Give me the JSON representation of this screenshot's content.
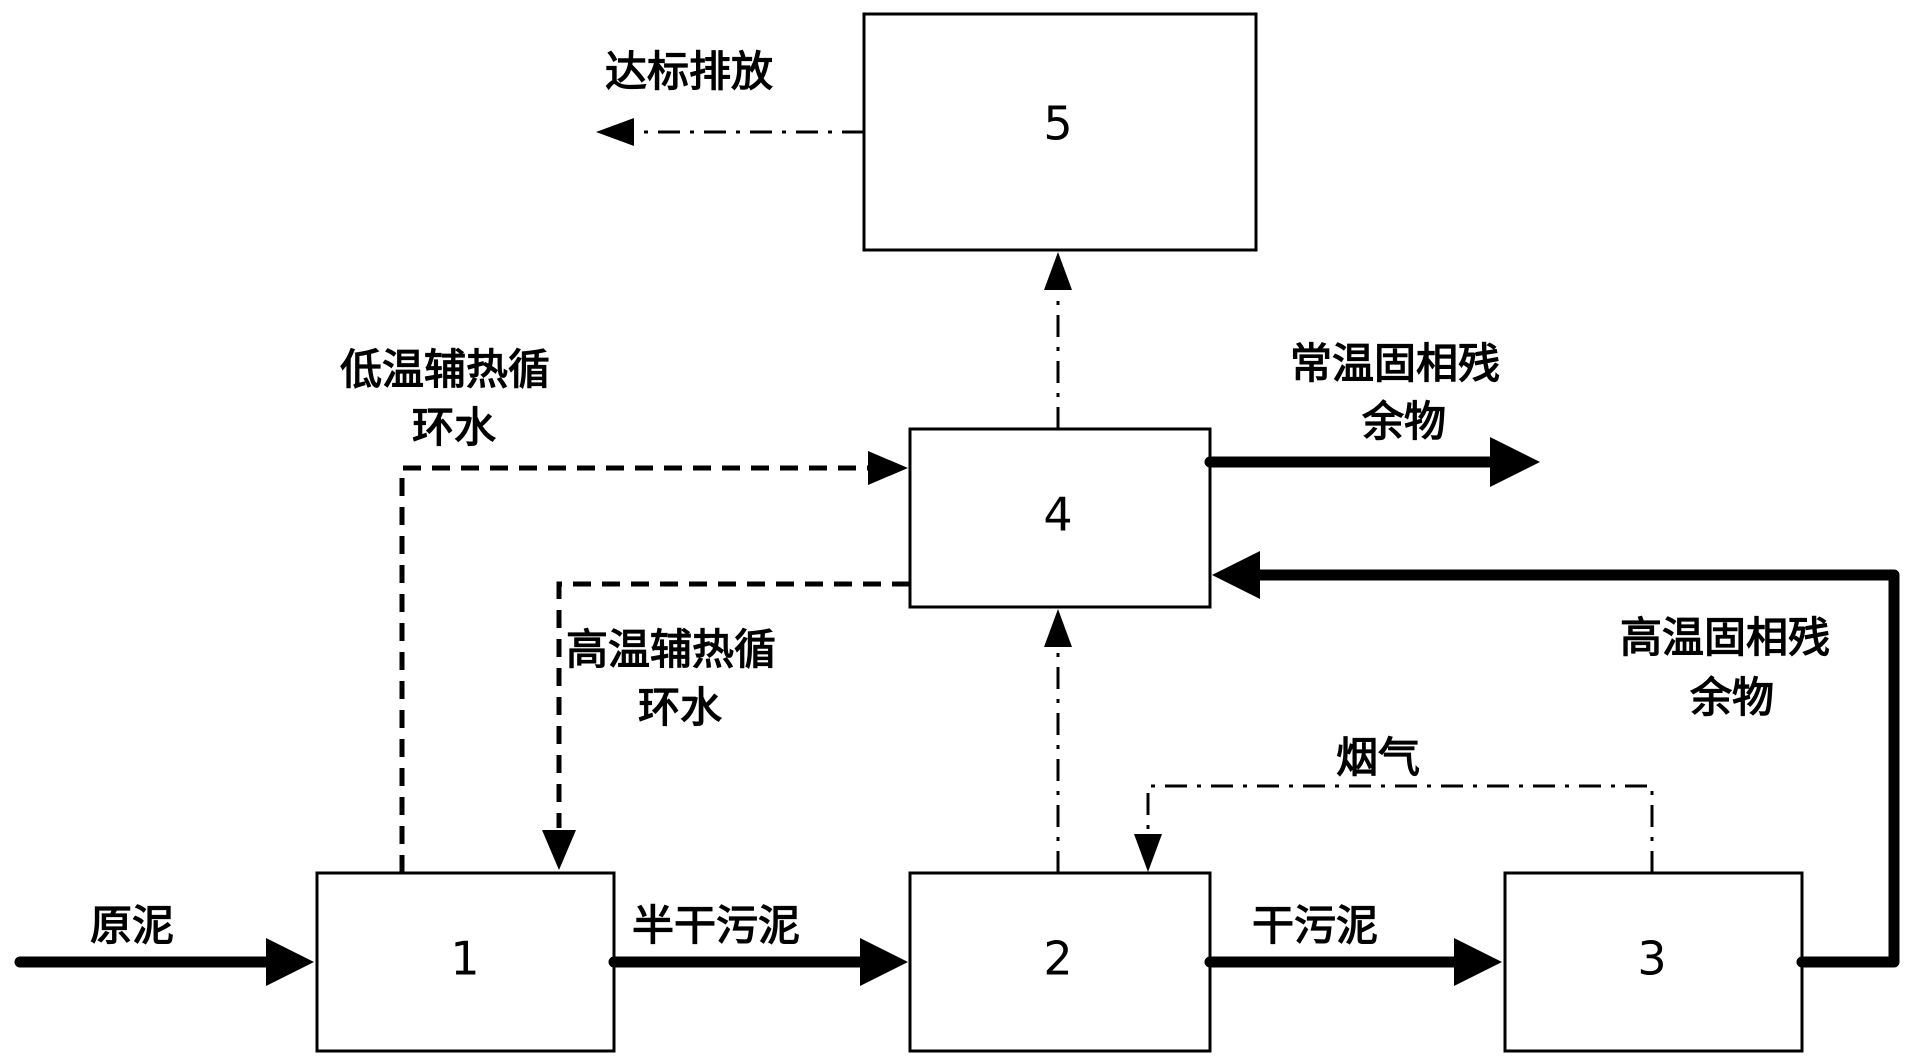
{
  "boxes": {
    "b1": "1",
    "b2": "2",
    "b3": "3",
    "b4": "4",
    "b5": "5"
  },
  "labels": {
    "raw_sludge": "原泥",
    "semi_dry_sludge": "半干污泥",
    "dry_sludge": "干污泥",
    "flue_gas": "烟气",
    "discharge": "达标排放",
    "low_temp_water_line1": "低温辅热循",
    "low_temp_water_line2": "环水",
    "high_temp_water_line1": "高温辅热循",
    "high_temp_water_line2": "环水",
    "ambient_residue_line1": "常温固相残",
    "ambient_residue_line2": "余物",
    "high_temp_residue_line1": "高温固相残",
    "high_temp_residue_line2": "余物"
  }
}
